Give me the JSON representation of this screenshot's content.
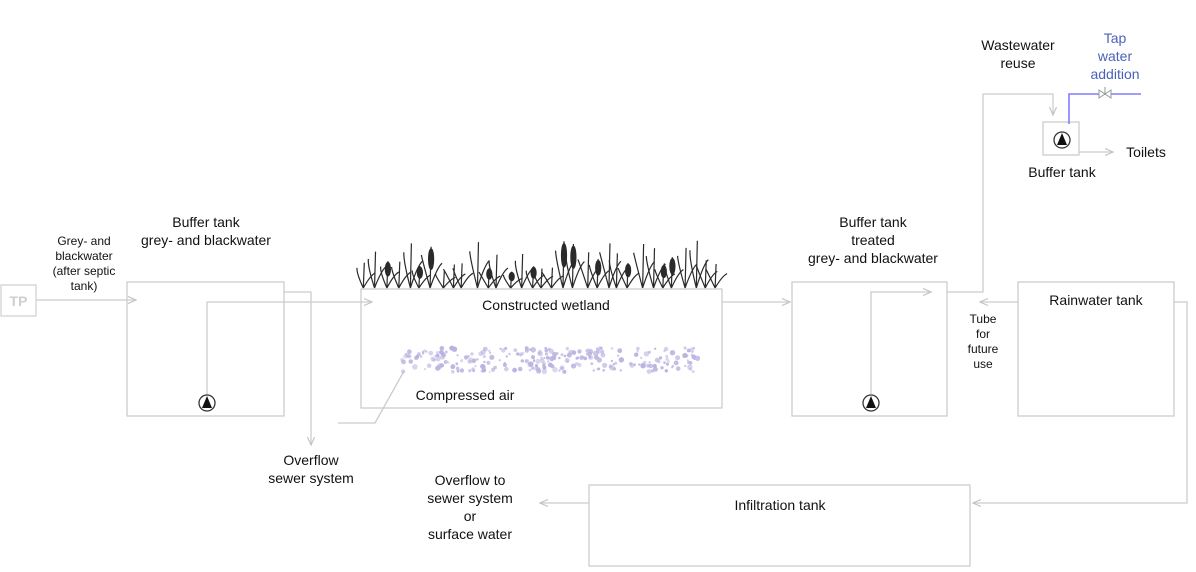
{
  "labels": {
    "tp": "TP",
    "source_lines": [
      "Grey- and",
      "blackwater",
      "(after septic",
      "tank)"
    ],
    "buffer1_lines": [
      "Buffer tank",
      "grey- and blackwater"
    ],
    "overflow1_lines": [
      "Overflow",
      "sewer system"
    ],
    "wetland": "Constructed wetland",
    "compressed_air": "Compressed air",
    "buffer2_lines": [
      "Buffer tank",
      "treated",
      "grey- and blackwater"
    ],
    "reuse_lines": [
      "Wastewater",
      "reuse"
    ],
    "tap_lines": [
      "Tap",
      "water",
      "addition"
    ],
    "toilets": "Toilets",
    "buffer3": "Buffer tank",
    "tube_lines": [
      "Tube",
      "for",
      "future",
      "use"
    ],
    "rainwater": "Rainwater tank",
    "overflow2_lines": [
      "Overflow to",
      "sewer system",
      "or",
      "surface water"
    ],
    "infiltration": "Infiltration tank"
  },
  "colors": {
    "tank_border": "#c9c9c9",
    "pipe": "#cccccc",
    "tap_pipe": "#7f7fff",
    "bubbles": "#b9b2e0",
    "tap_text": "#4a62b8"
  }
}
